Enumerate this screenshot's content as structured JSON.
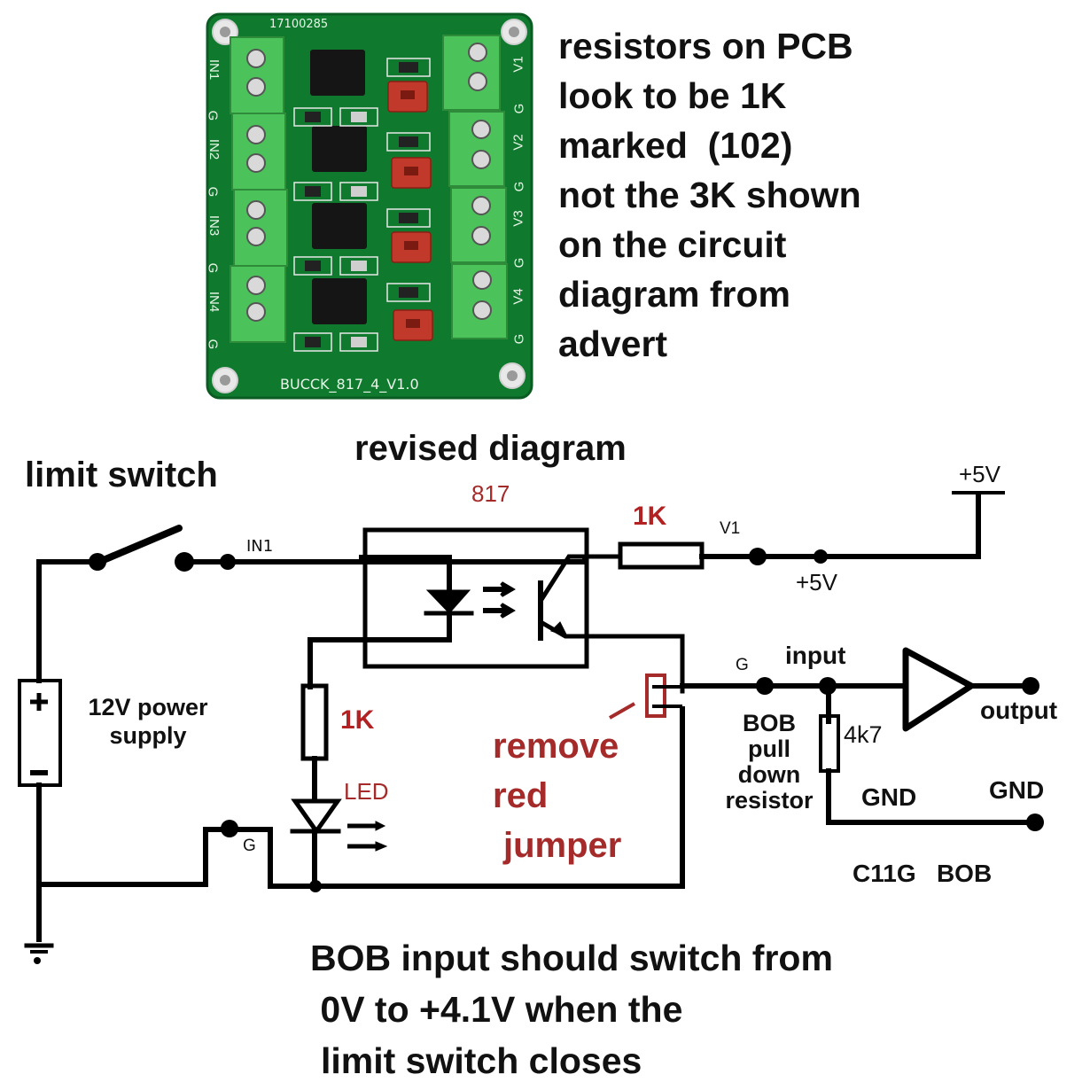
{
  "pcb": {
    "serial": "17100285",
    "board_name": "BUCCK_817_4_V1.0",
    "left_terminals": [
      "IN1",
      "G",
      "IN2",
      "G",
      "IN3",
      "G",
      "IN4",
      "G"
    ],
    "right_terminals": [
      "V1",
      "G",
      "V2",
      "G",
      "V3",
      "G",
      "V4",
      "G"
    ],
    "colors": {
      "board": "#0f7a2e",
      "terminal": "#4cc25a",
      "jumper": "#c0392b",
      "chip": "#151515"
    }
  },
  "note": {
    "lines": [
      "resistors on PCB",
      "look to be 1K",
      "marked  (102)",
      "not the 3K shown",
      "on the circuit",
      "diagram from",
      "advert"
    ]
  },
  "diagram": {
    "title": "revised diagram",
    "limit_switch_label": "limit switch",
    "optocoupler_label": "817",
    "in1_label": "IN1",
    "collector_resistor_label": "1K",
    "v1_label": "V1",
    "plus5v_node_label": "+5V",
    "plus5v_rail_label": "+5V",
    "power_supply_label_line1": "12V power",
    "power_supply_label_line2": "supply",
    "plus_sign": "+",
    "minus_sign": "−",
    "led_resistor_label": "1K",
    "led_label": "LED",
    "ground_terminal_label": "G",
    "jumper_note": [
      "remove",
      "red",
      "jumper"
    ],
    "bob_g_label": "G",
    "input_label": "input",
    "output_label": "output",
    "pulldown_label": [
      "BOB",
      "pull",
      "down",
      "resistor"
    ],
    "pulldown_value": "4k7",
    "gnd_left_label": "GND",
    "gnd_right_label": "GND",
    "bob_model_label": "C11G   BOB",
    "colors": {
      "wire": "#000000",
      "annotation_red": "#a52a2a"
    }
  },
  "footer": {
    "lines": [
      "BOB input should switch from",
      " 0V to +4.1V when the",
      "limit switch closes"
    ]
  }
}
